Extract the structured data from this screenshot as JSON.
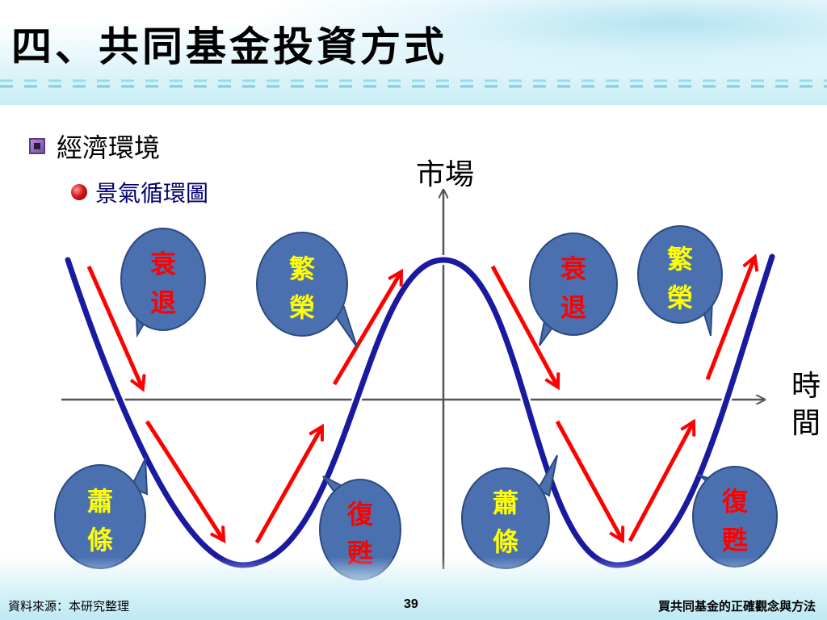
{
  "slide": {
    "title": "四、共同基金投資方式",
    "bullet_level1": "經濟環境",
    "bullet_level2": "景氣循環圖",
    "page_number": "39"
  },
  "diagram": {
    "y_axis_label": "市場",
    "x_axis_label_line1": "時",
    "x_axis_label_line2": "間",
    "bubbles": [
      {
        "line1": "衰",
        "line2": "退",
        "text_color": "#ff0000"
      },
      {
        "line1": "繁",
        "line2": "榮",
        "text_color": "#ffff00"
      },
      {
        "line1": "衰",
        "line2": "退",
        "text_color": "#ff0000"
      },
      {
        "line1": "繁",
        "line2": "榮",
        "text_color": "#ffff00"
      },
      {
        "line1": "蕭",
        "line2": "條",
        "text_color": "#ffff00"
      },
      {
        "line1": "復",
        "line2": "甦",
        "text_color": "#ff0000"
      },
      {
        "line1": "蕭",
        "line2": "條",
        "text_color": "#ffff00"
      },
      {
        "line1": "復",
        "line2": "甦",
        "text_color": "#ff0000"
      }
    ],
    "colors": {
      "curve": "#1a1aa0",
      "arrows": "#ff0000",
      "bubble_fill": "#4a70b0",
      "axes": "#555555"
    }
  },
  "footer": {
    "source": "資料來源：本研究整理",
    "title": "買共同基金的正確觀念與方法"
  }
}
